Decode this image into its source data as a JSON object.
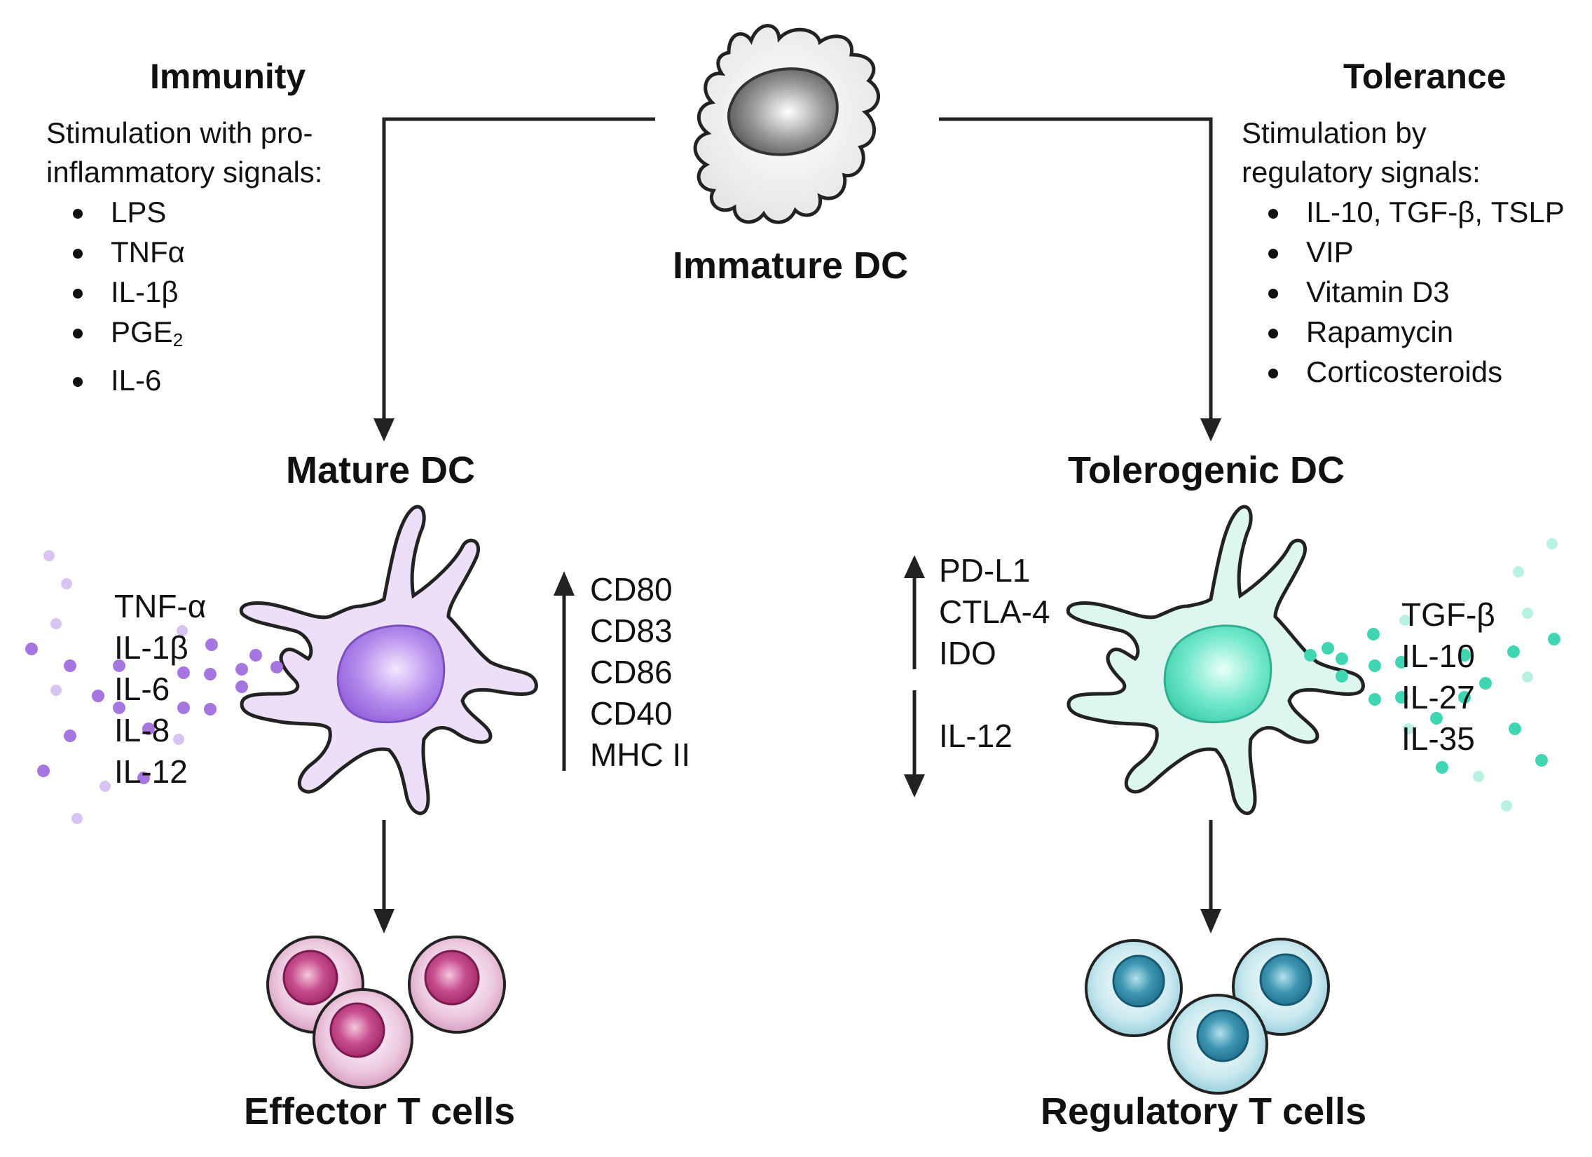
{
  "immature": {
    "title": "Immature DC"
  },
  "immunity": {
    "heading": "Immunity",
    "intro_line1": "Stimulation with pro-",
    "intro_line2": "inflammatory signals:",
    "signals": [
      "LPS",
      "TNFα",
      "IL-1β",
      "PGE",
      "IL-6"
    ],
    "pge_subscript": "2"
  },
  "tolerance": {
    "heading": "Tolerance",
    "intro_line1": "Stimulation by",
    "intro_line2": "regulatory signals:",
    "signals": [
      "IL-10, TGF-β, TSLP",
      "VIP",
      "Vitamin D3",
      "Rapamycin",
      "Corticosteroids"
    ]
  },
  "mature": {
    "title": "Mature DC",
    "cytokines": [
      "TNF-α",
      "IL-1β",
      "IL-6",
      "IL-8",
      "IL-12"
    ],
    "markers_up": [
      "CD80",
      "CD83",
      "CD86",
      "CD40",
      "MHC II"
    ]
  },
  "tolerogenic": {
    "title": "Tolerogenic DC",
    "markers_up": [
      "PD-L1",
      "CTLA-4",
      "IDO"
    ],
    "markers_down": [
      "IL-12"
    ],
    "cytokines": [
      "TGF-β",
      "IL-10",
      "IL-27",
      "IL-35"
    ]
  },
  "effector": {
    "title": "Effector T cells"
  },
  "regulatory": {
    "title": "Regulatory T cells"
  },
  "colors": {
    "mature_fill": "#e6d4f5",
    "mature_nucleus": "#a87be6",
    "tolerogenic_fill": "#d9f6ef",
    "tolerogenic_nucleus": "#55dfc0",
    "effector_fill": "#e7bcd8",
    "effector_nucleus": "#c0387d",
    "regulatory_fill": "#bfe3ea",
    "regulatory_nucleus": "#2f8aa6",
    "immature_fill": "#f1f1f1",
    "immature_nucleus": "#7a7a7a",
    "line": "#222222"
  }
}
